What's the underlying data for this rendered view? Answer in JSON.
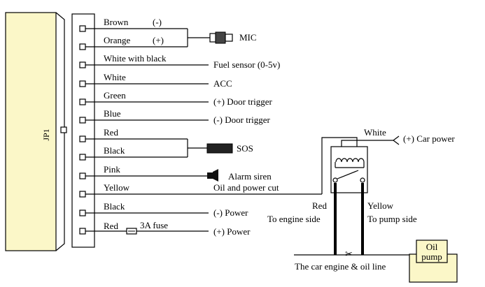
{
  "connector": {
    "label": "JP1",
    "fill": "#fbf7c8",
    "pins": [
      {
        "color_label": "Brown",
        "polarity": "(-)"
      },
      {
        "color_label": "Orange",
        "polarity": "(+)"
      },
      {
        "color_label": "White with black"
      },
      {
        "color_label": "White"
      },
      {
        "color_label": "Green"
      },
      {
        "color_label": "Blue"
      },
      {
        "color_label": "Red"
      },
      {
        "color_label": "Black"
      },
      {
        "color_label": "Pink"
      },
      {
        "color_label": "Yellow"
      },
      {
        "color_label": "Black"
      },
      {
        "color_label": "Red"
      }
    ]
  },
  "devices": {
    "mic": "MIC",
    "fuel_sensor": "Fuel sensor  (0-5v)",
    "acc": "ACC",
    "door_trigger_pos": "(+) Door trigger",
    "door_trigger_neg": "(-) Door trigger",
    "sos": "SOS",
    "alarm_siren": "Alarm siren",
    "oil_power_cut": "Oil and power cut",
    "power_neg": "(-) Power",
    "power_pos": "(+) Power",
    "fuse": "3A fuse"
  },
  "relay": {
    "white_label": "White",
    "car_power": "(+) Car power",
    "red_label": "Red",
    "red_side": "To engine side",
    "yellow_label": "Yellow",
    "yellow_side": "To pump side"
  },
  "engine": {
    "line_label": "The car engine & oil line",
    "oil_pump_line1": "Oil",
    "oil_pump_line2": "pump",
    "pump_fill": "#fbf7c8"
  }
}
